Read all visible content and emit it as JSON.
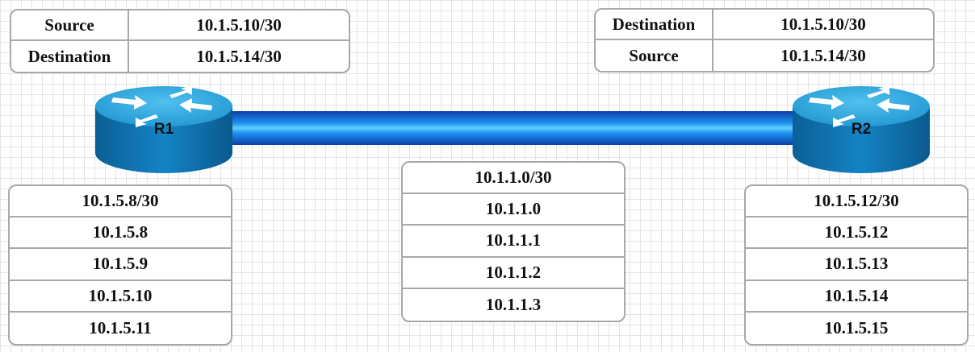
{
  "r1": {
    "label": "R1",
    "header": [
      {
        "key": "Source",
        "value": "10.1.5.10/30"
      },
      {
        "key": "Destination",
        "value": "10.1.5.14/30"
      }
    ],
    "subnet": [
      "10.1.5.8/30",
      "10.1.5.8",
      "10.1.5.9",
      "10.1.5.10",
      "10.1.5.11"
    ]
  },
  "r2": {
    "label": "R2",
    "header": [
      {
        "key": "Destination",
        "value": "10.1.5.10/30"
      },
      {
        "key": "Source",
        "value": "10.1.5.14/30"
      }
    ],
    "subnet": [
      "10.1.5.12/30",
      "10.1.5.12",
      "10.1.5.13",
      "10.1.5.14",
      "10.1.5.15"
    ]
  },
  "link": {
    "subnet": [
      "10.1.1.0/30",
      "10.1.1.0",
      "10.1.1.1",
      "10.1.1.2",
      "10.1.1.3"
    ]
  },
  "colors": {
    "router_top": "#2ea6de",
    "router_side": "#0f6fab",
    "link": "#1e7fe6",
    "border": "#a8a8a8"
  }
}
